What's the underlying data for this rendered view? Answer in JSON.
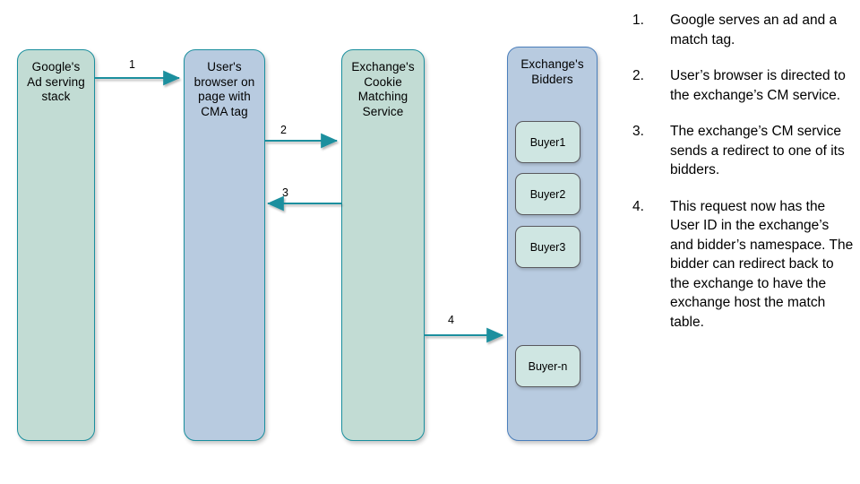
{
  "diagram": {
    "nodes": [
      {
        "id": "google",
        "label": "Google's\nAd serving\nstack",
        "fill": "#c2dcd4",
        "stroke": "#1a8f9e"
      },
      {
        "id": "browser",
        "label": "User's\nbrowser on\npage with\nCMA tag",
        "fill": "#b8cbe0",
        "stroke": "#1a8f9e"
      },
      {
        "id": "cms",
        "label": "Exchange's\nCookie\nMatching\nService",
        "fill": "#c2dcd4",
        "stroke": "#1a8f9e"
      },
      {
        "id": "bidders",
        "label": "Exchange's\nBidders",
        "fill": "#b8cbe0",
        "stroke": "#4a7ebb"
      }
    ],
    "buyers": [
      {
        "id": "buyer-1",
        "label": "Buyer1"
      },
      {
        "id": "buyer-2",
        "label": "Buyer2"
      },
      {
        "id": "buyer-3",
        "label": "Buyer3"
      },
      {
        "id": "buyer-n",
        "label": "Buyer-n"
      }
    ],
    "arrows": [
      {
        "id": "arrow-1",
        "label": "1",
        "from": "google",
        "to": "browser",
        "direction": "right",
        "color": "#1a8f9e"
      },
      {
        "id": "arrow-2",
        "label": "2",
        "from": "browser",
        "to": "cms",
        "direction": "right",
        "color": "#1a8f9e"
      },
      {
        "id": "arrow-3",
        "label": "3",
        "from": "cms",
        "to": "browser",
        "direction": "left",
        "color": "#1a8f9e"
      },
      {
        "id": "arrow-4",
        "label": "4",
        "from": "cms",
        "to": "bidders",
        "direction": "right",
        "color": "#1a8f9e"
      }
    ]
  },
  "steps": [
    {
      "number": "1.",
      "text": "Google serves an ad and a match tag."
    },
    {
      "number": "2.",
      "text": "User’s browser is directed to the exchange’s CM service."
    },
    {
      "number": "3.",
      "text": "The exchange’s CM service sends a redirect to one of its bidders."
    },
    {
      "number": "4.",
      "text": "This request now has the User ID in the exchange’s and bidder’s namespace. The bidder can redirect back to the exchange to have the exchange host the match table."
    }
  ]
}
